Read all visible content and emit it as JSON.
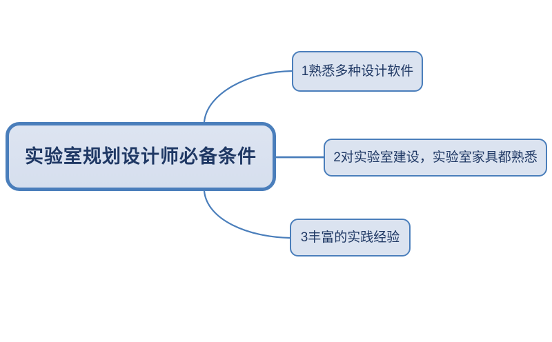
{
  "diagram": {
    "type": "mind-map",
    "orientation": "left-root-right-branches",
    "colors": {
      "border": "#4a7ebb",
      "fill": "#dbe3f0",
      "text": "#1f3864",
      "connector": "#4a7ebb",
      "background": "#ffffff"
    },
    "root": {
      "label": "实验室规划设计师必备条件"
    },
    "branches": [
      {
        "label": "1熟悉多种设计软件",
        "connector": "curve-up"
      },
      {
        "label": "2对实验室建设，实验室家具都熟悉",
        "connector": "straight"
      },
      {
        "label": "3丰富的实践经验",
        "connector": "curve-down"
      }
    ]
  }
}
